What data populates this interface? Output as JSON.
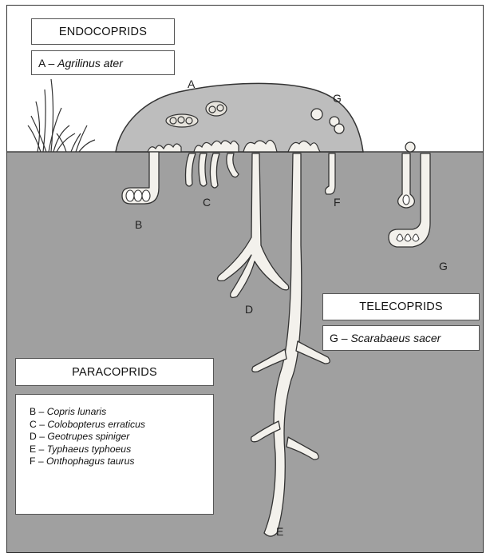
{
  "groups": {
    "endocoprids": {
      "title": "ENDOCOPRIDS",
      "species": [
        {
          "key": "A",
          "name": "Agrilinus ater"
        }
      ]
    },
    "paracoprids": {
      "title": "PARACOPRIDS",
      "species": [
        {
          "key": "B",
          "name": "Copris lunaris"
        },
        {
          "key": "C",
          "name": "Colobopterus erraticus"
        },
        {
          "key": "D",
          "name": "Geotrupes spiniger"
        },
        {
          "key": "E",
          "name": "Typhaeus typhoeus"
        },
        {
          "key": "F",
          "name": "Onthophagus taurus"
        }
      ]
    },
    "telecoprids": {
      "title": "TELECOPRIDS",
      "species": [
        {
          "key": "G",
          "name": "Scarabaeus sacer"
        }
      ]
    }
  },
  "separator": " – ",
  "labels": {
    "a": "A",
    "b": "B",
    "c": "C",
    "d": "D",
    "e": "E",
    "f": "F",
    "g_top": "G",
    "g_bottom": "G"
  },
  "colors": {
    "soil": "#a0a0a0",
    "dung": "#bdbdbd",
    "tunnel": "#f3f1ec",
    "outline": "#333333"
  }
}
